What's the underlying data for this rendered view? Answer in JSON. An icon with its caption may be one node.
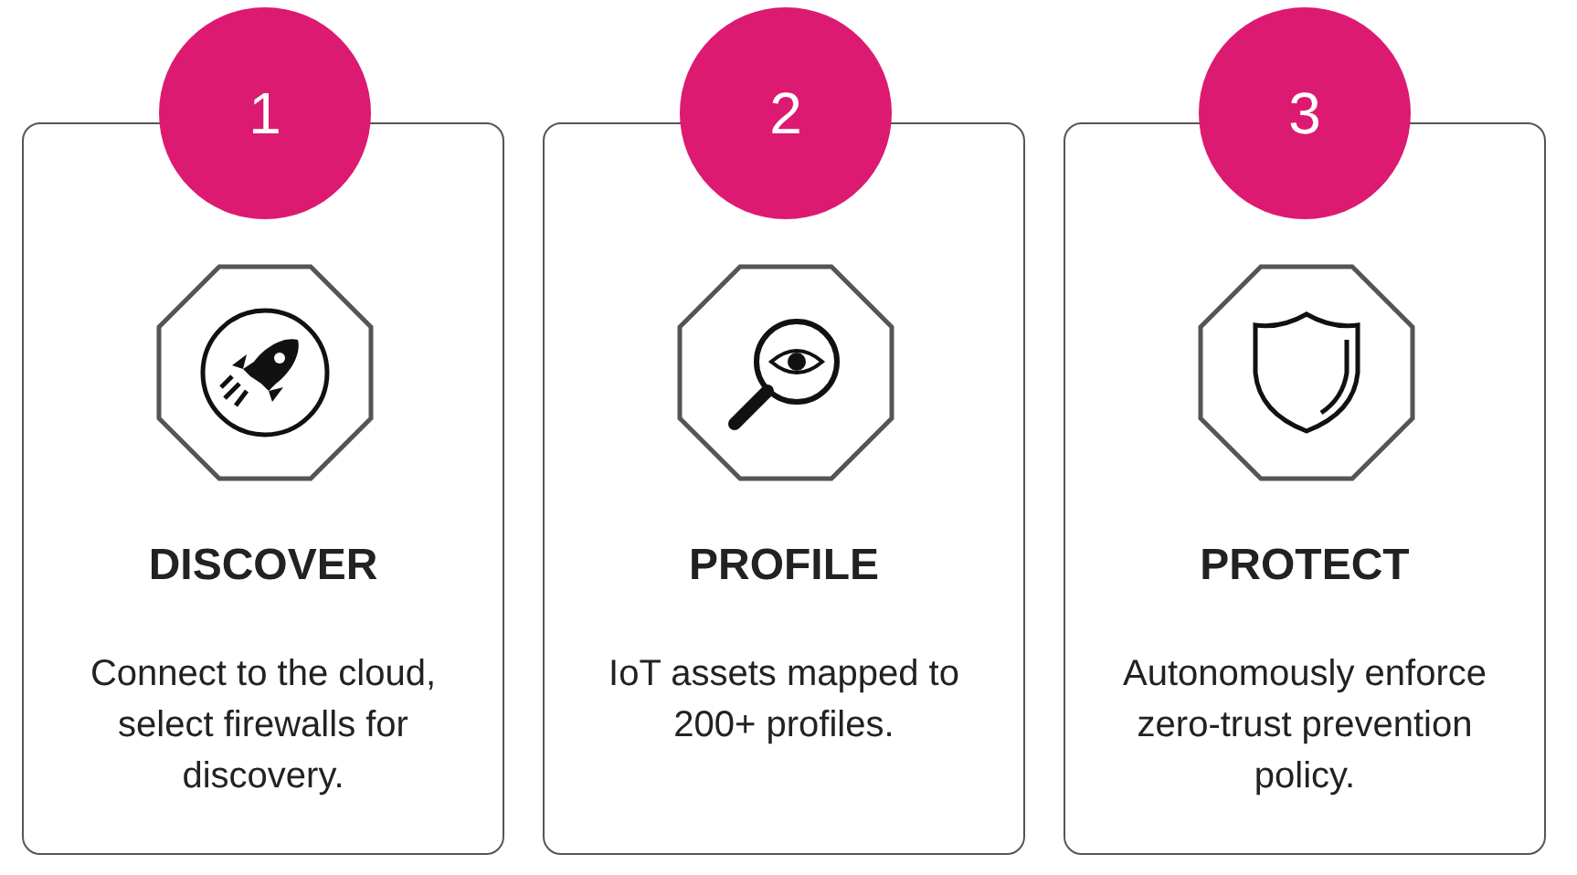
{
  "diagram": {
    "nodes": [
      {
        "text": [
          "1"
        ]
      },
      {
        "text": [
          "2"
        ]
      },
      {
        "text": [
          "3"
        ]
      },
      {
        "text": [
          "DISCOVER",
          "Connect to the cloud, select firewalls for discovery."
        ]
      },
      {
        "text": [
          "PROFILE",
          "IoT assets mapped to 200+ profiles."
        ]
      },
      {
        "text": [
          "PROTECT",
          "Autonomously enforce zero-trust prevention policy."
        ]
      }
    ]
  }
}
